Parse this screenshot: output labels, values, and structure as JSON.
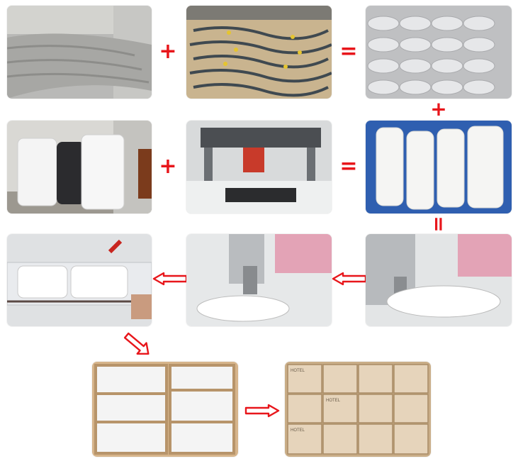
{
  "accent_color": "#e8161b",
  "steps": [
    {
      "name": "mesh-fabric",
      "icon": "fabric-roll-photo"
    },
    {
      "name": "cut-strips",
      "icon": "strap-pieces-photo"
    },
    {
      "name": "cut-uppers",
      "icon": "slipper-uppers-photo"
    },
    {
      "name": "foam-rolls",
      "icon": "foam-roll-photo"
    },
    {
      "name": "die-cutter",
      "icon": "press-machine-photo"
    },
    {
      "name": "soles",
      "icon": "soles-bin-photo"
    },
    {
      "name": "sewing-sole",
      "icon": "sewing-photo"
    },
    {
      "name": "sewing-edge",
      "icon": "sewing-photo"
    },
    {
      "name": "bagging",
      "icon": "packaging-photo"
    },
    {
      "name": "boxed",
      "icon": "boxes-photo"
    },
    {
      "name": "cartons",
      "icon": "carton-stack-photo"
    }
  ],
  "carton_brand": "HOTEL"
}
